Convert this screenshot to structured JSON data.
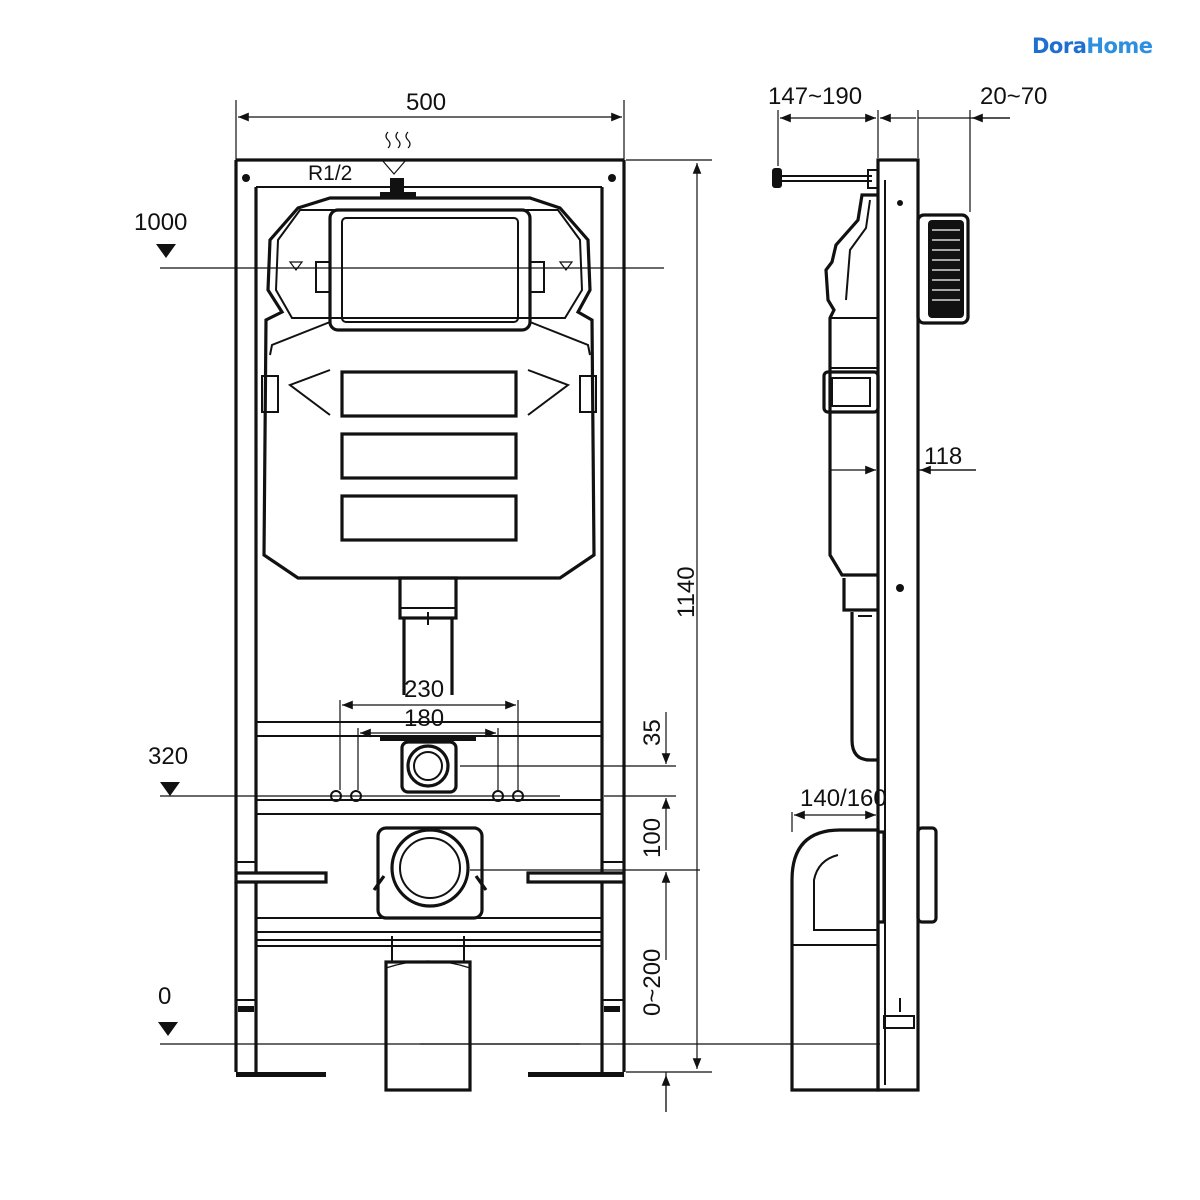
{
  "brand": {
    "part1": "Dora",
    "part2": "Home"
  },
  "front_view": {
    "width_label": "500",
    "thread_label": "R1/2",
    "height_label": "1140",
    "level_1000": "1000",
    "level_320": "320",
    "level_0": "0",
    "pipe_spacing_outer": "230",
    "pipe_spacing_inner": "180",
    "offset_35": "35",
    "offset_100": "100",
    "adjust_range": "0~200"
  },
  "side_view": {
    "depth_range": "147~190",
    "wall_range": "20~70",
    "frame_depth": "118",
    "outlet_range": "140/160"
  },
  "colors": {
    "ink": "#111111",
    "brand_dark": "#1f6fd0",
    "brand_light": "#2c8fe0"
  }
}
